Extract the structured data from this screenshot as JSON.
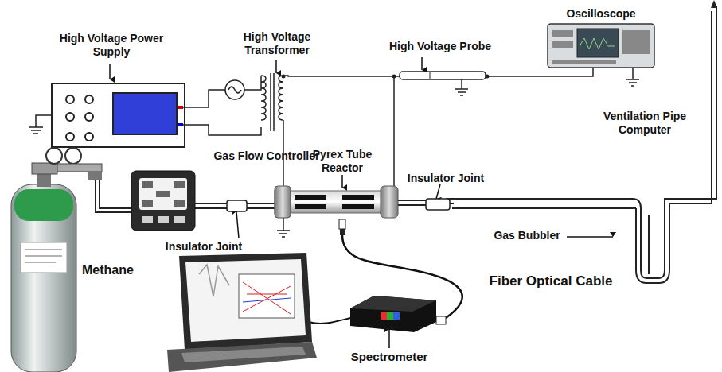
{
  "diagram": {
    "labels": [
      "High Voltage Power Supply",
      "High Voltage Transformer",
      "High Voltage Probe",
      "Oscilloscope",
      "Ventilation Pipe Computer",
      "Gas Flow Controller",
      "Pyrex Tube Reactor",
      "Insulator Joint",
      "Insulator Joint",
      "Methane",
      "Gas Bubbler",
      "Fiber Optical Cable",
      "Spectrometer"
    ]
  }
}
